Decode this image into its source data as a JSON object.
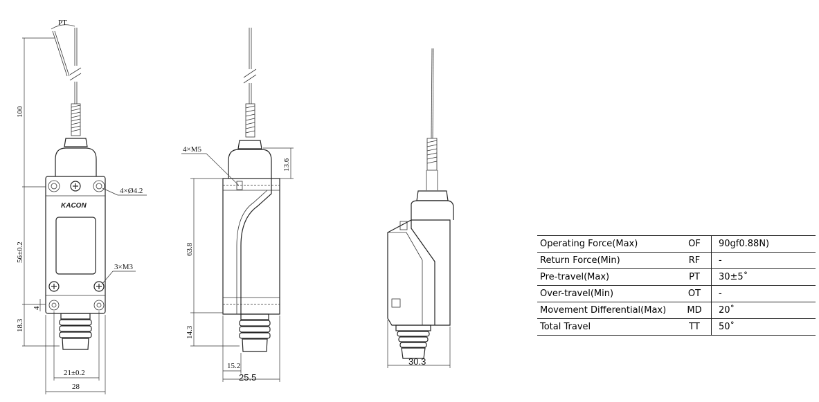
{
  "front_view": {
    "dims": {
      "pt": "PT",
      "length": "100",
      "holes": "4×Ø4.2",
      "body_height": "56±0.2",
      "screws": "3×M3",
      "small": "4",
      "bottom": "18.3",
      "hole_pitch": "21±0.2",
      "width": "28"
    },
    "brand": "KACON"
  },
  "side_view": {
    "dims": {
      "screws": "4×M5",
      "top": "13.6",
      "height": "63.8",
      "bottom": "14.3",
      "offset": "15.2",
      "depth": "25.5"
    }
  },
  "iso_view": {
    "dims": {
      "width": "30.3"
    }
  },
  "spec_table": {
    "rows": [
      {
        "param": "Operating Force(Max)",
        "sym": "OF",
        "val": "90gf0.88N)"
      },
      {
        "param": "Return Force(Min)",
        "sym": "RF",
        "val": "-"
      },
      {
        "param": "Pre-travel(Max)",
        "sym": "PT",
        "val": "30±5˚"
      },
      {
        "param": "Over-travel(Min)",
        "sym": "OT",
        "val": "-"
      },
      {
        "param": "Movement Differential(Max)",
        "sym": "MD",
        "val": "20˚"
      },
      {
        "param": "Total Travel",
        "sym": "TT",
        "val": "50˚"
      }
    ]
  }
}
